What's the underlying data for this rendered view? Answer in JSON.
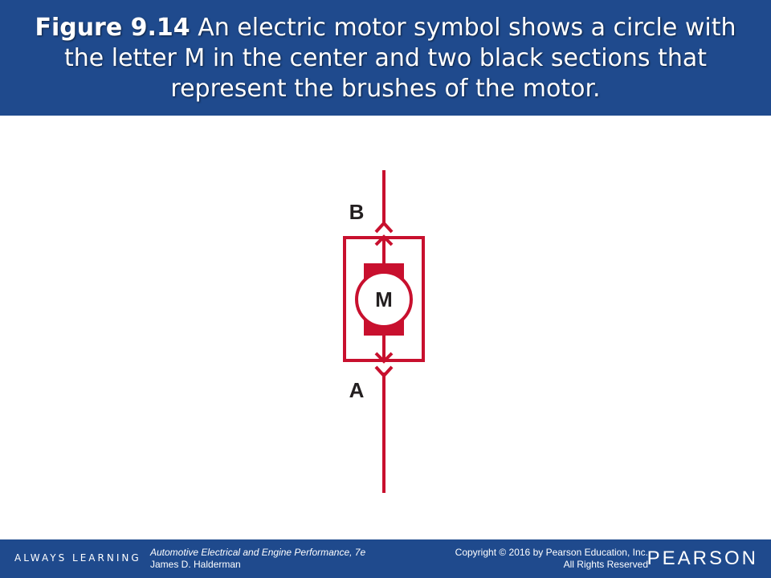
{
  "header": {
    "figure_number": "Figure 9.14",
    "caption": "An electric motor symbol shows a circle with the letter M in the center and two black sections that represent the brushes of the motor."
  },
  "diagram": {
    "motor_label": "M",
    "terminal_top_label": "B",
    "terminal_bottom_label": "A",
    "line_color": "#c8102e",
    "label_color": "#231f20"
  },
  "footer": {
    "tagline": "ALWAYS LEARNING",
    "book_title": "Automotive Electrical and Engine Performance, 7e",
    "author": "James D. Halderman",
    "copyright": "Copyright © 2016 by Pearson Education, Inc.",
    "rights": "All Rights Reserved",
    "brand": "PEARSON"
  }
}
